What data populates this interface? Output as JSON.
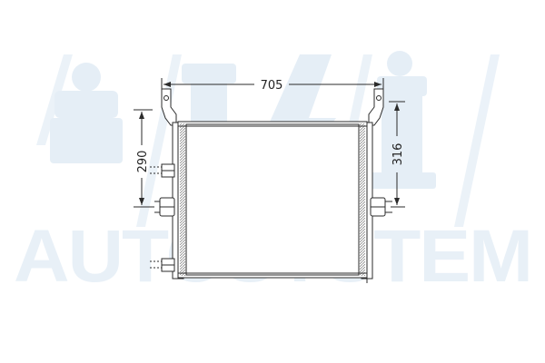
{
  "watermark": {
    "brand": "AUTOSYSTEM",
    "color": "#e3edf6"
  },
  "dimensions": {
    "width": "705",
    "height_left": "290",
    "height_right": "316"
  },
  "colors": {
    "line": "#2b2b2b",
    "core_hatch": "#7a7a7a"
  }
}
